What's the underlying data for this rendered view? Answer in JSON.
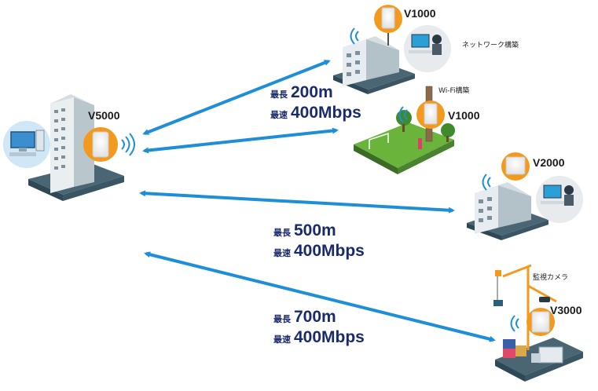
{
  "devices": {
    "main": "V5000",
    "top_building": "V1000",
    "park": "V1000",
    "right_building": "V2000",
    "construction": "V3000"
  },
  "captions": {
    "network": "ネットワーク構築",
    "wifi": "Wi-Fi構築",
    "camera": "監視カメラ"
  },
  "links": [
    {
      "distance_label": "最長",
      "distance": "200m",
      "speed_label": "最速",
      "speed": "400Mbps"
    },
    {
      "distance_label": "最長",
      "distance": "500m",
      "speed_label": "最速",
      "speed": "400Mbps"
    },
    {
      "distance_label": "最長",
      "distance": "700m",
      "speed_label": "最速",
      "speed": "400Mbps"
    }
  ],
  "colors": {
    "arrow": "#1e8fd6",
    "device_ring": "#f39a1e",
    "spec_text": "#1a2a6c",
    "wifi_waves": "#1e8fd6"
  }
}
